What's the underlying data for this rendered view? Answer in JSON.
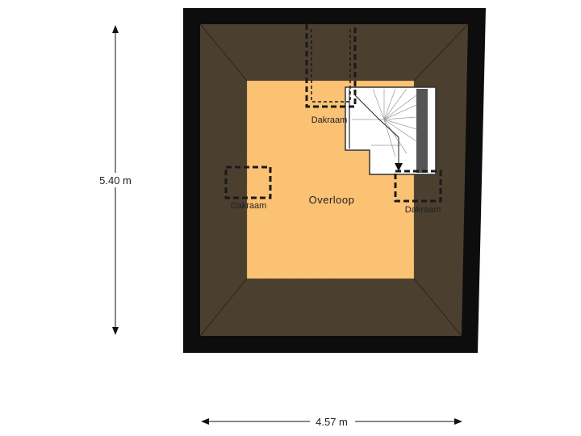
{
  "room": {
    "name": "Overloop"
  },
  "windows": [
    {
      "label": "Dakraam"
    },
    {
      "label": "Dakraam"
    },
    {
      "label": "Dakraam"
    }
  ],
  "dimensions": {
    "width": "4.57 m",
    "height": "5.40 m"
  },
  "colors": {
    "wall": "#0d0d0d",
    "roof_slope": "#4b3f30",
    "floor": "#fcc274",
    "stair_bg": "#ffffff",
    "stair_dark": "#555555"
  }
}
